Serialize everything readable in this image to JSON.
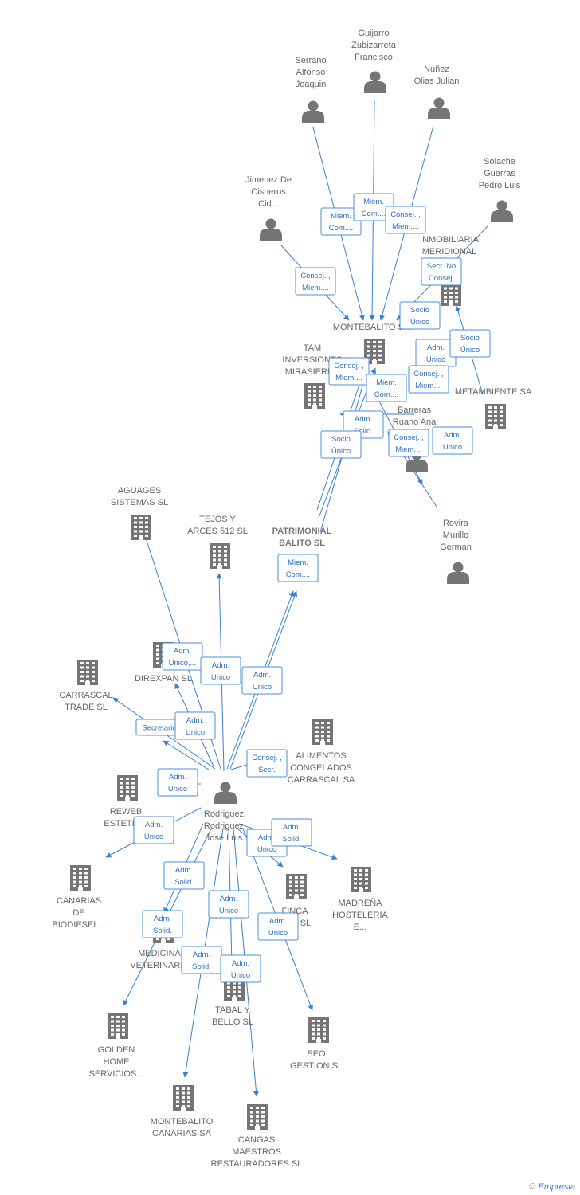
{
  "nodes": [
    {
      "id": "guijarro",
      "type": "person",
      "label": [
        "Guijarro",
        "Zubizarreta",
        "Francisco"
      ]
    },
    {
      "id": "serrano",
      "type": "person",
      "label": [
        "Serrano",
        "Alfonso",
        "Joaquin"
      ]
    },
    {
      "id": "nunez",
      "type": "person",
      "label": [
        "Nuñez",
        "Olias Julian"
      ]
    },
    {
      "id": "solache",
      "type": "person",
      "label": [
        "Solache",
        "Guerras",
        "Pedro Luis"
      ]
    },
    {
      "id": "jimenez",
      "type": "person",
      "label": [
        "Jimenez De",
        "Cisneros",
        "Cid..."
      ]
    },
    {
      "id": "inmobiliaria",
      "type": "company",
      "label": [
        "INMOBILIARIA",
        "MERIDIONAL",
        "SL"
      ]
    },
    {
      "id": "montebalito",
      "type": "company",
      "label": [
        "MONTEBALITO SA"
      ]
    },
    {
      "id": "tam",
      "type": "company",
      "label": [
        "TAM",
        "INVERSIONES",
        "MIRASIERRA"
      ]
    },
    {
      "id": "metambiente",
      "type": "company",
      "label": [
        "METAMBIENTE SA"
      ]
    },
    {
      "id": "barreras",
      "type": "person",
      "label": [
        "Barreras",
        "Ruano Ana"
      ]
    },
    {
      "id": "rovira",
      "type": "person",
      "label": [
        "Rovira",
        "Murillo",
        "German"
      ]
    },
    {
      "id": "patrimonial",
      "type": "company",
      "highlight": true,
      "label": [
        "PATRIMONIAL",
        "BALITO  SL"
      ]
    },
    {
      "id": "aguages",
      "type": "company",
      "label": [
        "AGUAGES",
        "SISTEMAS SL"
      ]
    },
    {
      "id": "tejos",
      "type": "company",
      "label": [
        "TEJOS Y",
        "ARCES 512 SL"
      ]
    },
    {
      "id": "direxpan",
      "type": "company",
      "label": [
        "DIREXPAN SL"
      ]
    },
    {
      "id": "carrascal_trade",
      "type": "company",
      "label": [
        "CARRASCAL",
        "TRADE SL"
      ]
    },
    {
      "id": "alimentos",
      "type": "company",
      "label": [
        "ALIMENTOS",
        "CONGELADOS",
        "CARRASCAL SA"
      ]
    },
    {
      "id": "rodriguez",
      "type": "person",
      "label": [
        "Rodriguez",
        "Rodriguez",
        "Jose Luis"
      ]
    },
    {
      "id": "reweb",
      "type": "company",
      "label": [
        "REWEB",
        "ESTETIC..."
      ]
    },
    {
      "id": "canarias_bio",
      "type": "company",
      "label": [
        "CANARIAS",
        "DE",
        "BIODIESEL..."
      ]
    },
    {
      "id": "finca",
      "type": "company",
      "label": [
        "FINCA",
        "...DA SL"
      ]
    },
    {
      "id": "madrena",
      "type": "company",
      "label": [
        "MADREÑA",
        "HOSTELERIA",
        "E..."
      ]
    },
    {
      "id": "medicina",
      "type": "company",
      "label": [
        "MEDICINA",
        "VETERINARIA"
      ]
    },
    {
      "id": "tabal",
      "type": "company",
      "label": [
        "TABAL Y",
        "BELLO  SL"
      ]
    },
    {
      "id": "golden",
      "type": "company",
      "label": [
        "GOLDEN",
        "HOME",
        "SERVICIOS..."
      ]
    },
    {
      "id": "seo",
      "type": "company",
      "label": [
        "SEO",
        "GESTION SL"
      ]
    },
    {
      "id": "montebalito_canarias",
      "type": "company",
      "label": [
        "MONTEBALITO",
        "CANARIAS SA"
      ]
    },
    {
      "id": "cangas",
      "type": "company",
      "label": [
        "CANGAS",
        "MAESTROS",
        "RESTAURADORES SL"
      ]
    }
  ],
  "relations": [
    [
      "Consej. ,",
      "Miem...."
    ],
    [
      "Miem.",
      "Com...."
    ],
    [
      "Miem.",
      "Com...."
    ],
    [
      "Consej. ,",
      "Miem...."
    ],
    [
      "Secr.  No",
      "Consej."
    ],
    [
      "Socio",
      "Único"
    ],
    [
      "Adm.",
      "Unico"
    ],
    [
      "Socio",
      "Único"
    ],
    [
      "Consej. ,",
      "Miem...."
    ],
    [
      "Miem.",
      "Com...."
    ],
    [
      "Consej. ,",
      "Miem...."
    ],
    [
      "Adm.",
      "Solid."
    ],
    [
      "Socio",
      "Único"
    ],
    [
      "Consej. ,",
      "Miem...."
    ],
    [
      "Adm.",
      "Unico"
    ],
    [
      "Miem.",
      "Com...."
    ],
    [
      "Adm.",
      "Unico,..."
    ],
    [
      "Adm.",
      "Unico"
    ],
    [
      "Adm.",
      "Unico"
    ],
    [
      "Secretario"
    ],
    [
      "Adm.",
      "Unico"
    ],
    [
      "Consej. ,",
      "Secr."
    ],
    [
      "Adm.",
      "Unico"
    ],
    [
      "Adm.",
      "Unico"
    ],
    [
      "Adm.",
      "Solid."
    ],
    [
      "Adm.",
      "Unico"
    ],
    [
      "Adm.",
      "Solid."
    ],
    [
      "Adm.",
      "Solid."
    ],
    [
      "Adm.",
      "Unico"
    ],
    [
      "Adm.",
      "Unico"
    ],
    [
      "Adm.",
      "Unico"
    ],
    [
      "Adm.",
      "Solid."
    ]
  ],
  "footer": {
    "copyright": "©",
    "brand": "Empresia"
  },
  "colors": {
    "edge": "#3a7fd5",
    "icon": "#757575",
    "label": "#666666",
    "box_border": "#4a8ee0",
    "box_text": "#2f6fc4"
  }
}
